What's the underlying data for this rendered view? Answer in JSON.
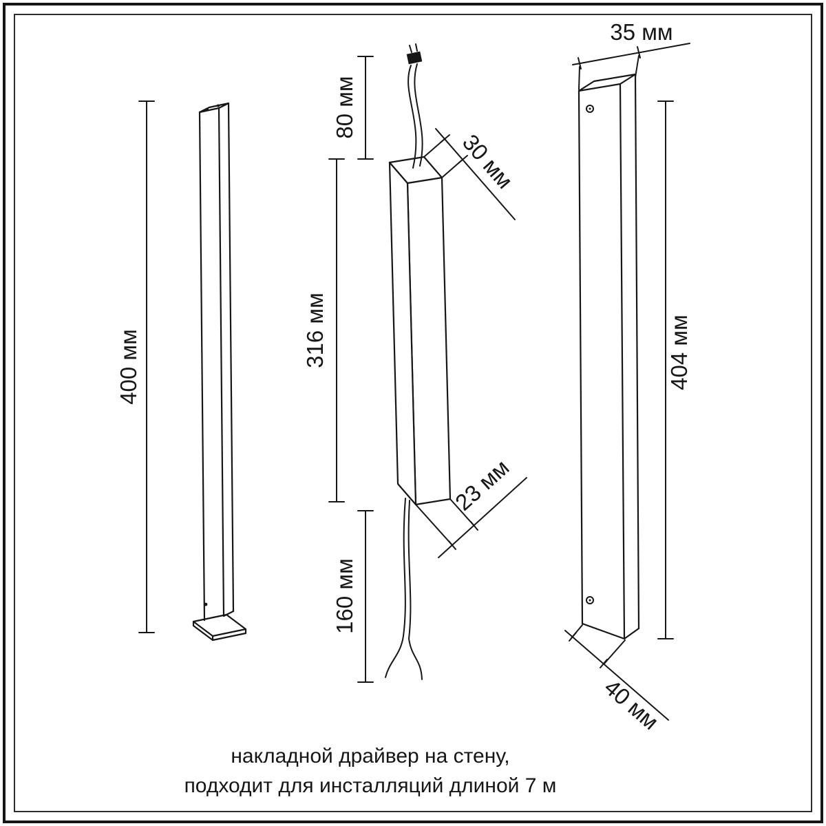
{
  "diagram": {
    "colors": {
      "ink": "#161616",
      "background": "#ffffff"
    },
    "labels": {
      "bar_height": "400 мм",
      "wire_top": "80 мм",
      "driver_length": "316 мм",
      "wire_bottom": "160 мм",
      "driver_depth": "30 мм",
      "driver_width": "23 мм",
      "profile_width": "35 мм",
      "profile_height": "404 мм",
      "profile_base": "40 мм"
    },
    "caption_line1": "накладной драйвер на стену,",
    "caption_line2": "подходит для инсталляций длиной 7 м"
  }
}
